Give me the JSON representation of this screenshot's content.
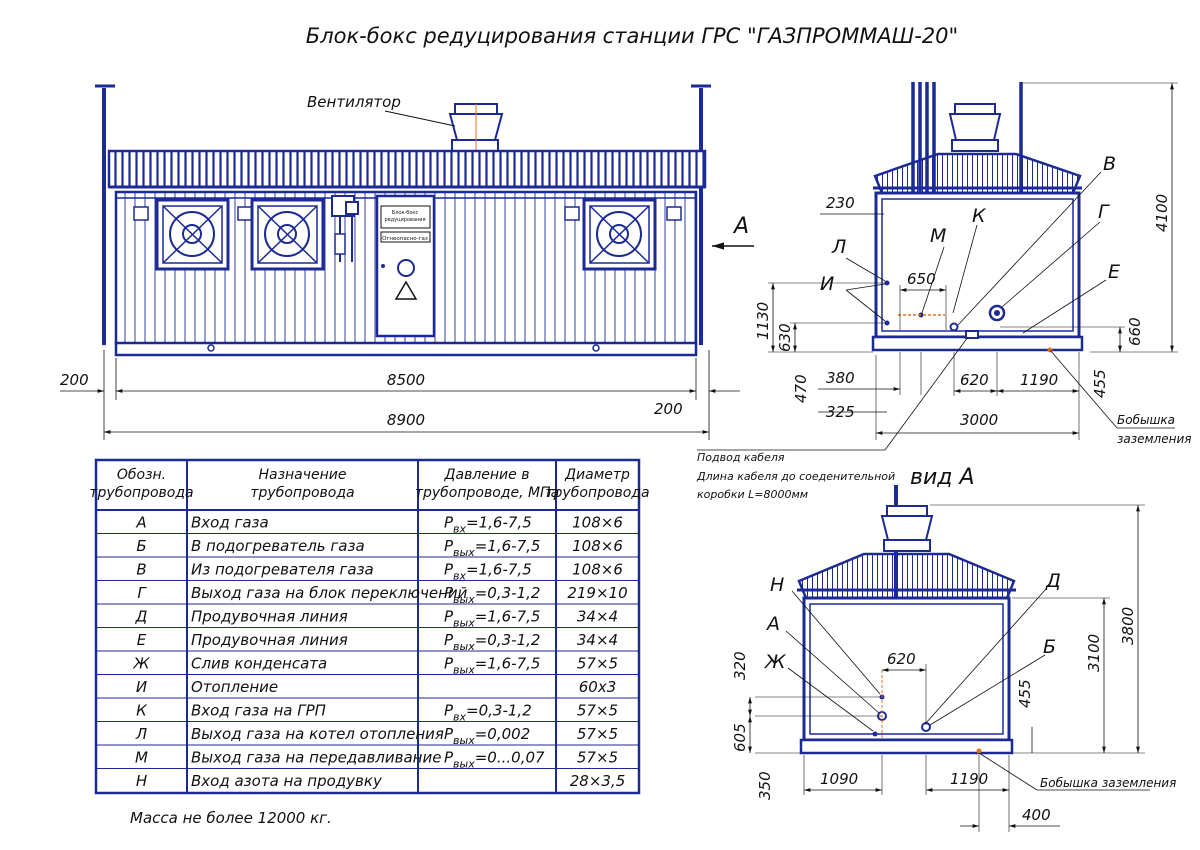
{
  "title": "Блок-бокс редуцирования станции ГРС \"ГАЗПРОММАШ-20\"",
  "front_view": {
    "fan_label": "Вентилятор",
    "view_arrow_letter": "А",
    "sign_line1": "Блок-бокс",
    "sign_line2": "редуцирования",
    "sign_line3": "Огнеопасно-газ",
    "dims": {
      "d200_left": "200",
      "d8500": "8500",
      "d8900": "8900",
      "d200_right": "200"
    }
  },
  "side_view": {
    "labels": {
      "V": "В",
      "K": "К",
      "M": "М",
      "L": "Л",
      "I": "И",
      "G": "Г",
      "E": "Е"
    },
    "dims": {
      "d230": "230",
      "d650": "650",
      "d1130": "1130",
      "d630": "630",
      "d660": "660",
      "d470": "470",
      "d380": "380",
      "d325": "325",
      "d620": "620",
      "d1190": "1190",
      "d455": "455",
      "d3000": "3000",
      "d4100": "4100"
    },
    "grounding_line1": "Бобышка",
    "grounding_line2": "заземления"
  },
  "cable_notes": {
    "line1": "Подвод кабеля",
    "line2": "Длина кабеля до соеденительной",
    "line3": "коробки L=8000мм"
  },
  "view_a": {
    "title": "вид А",
    "labels": {
      "N": "Н",
      "A": "А",
      "ZH": "Ж",
      "D": "Д",
      "B": "Б"
    },
    "dims": {
      "d620": "620",
      "d320": "320",
      "d605": "605",
      "d350": "350",
      "d1090": "1090",
      "d1190": "1190",
      "d400": "400",
      "d455": "455",
      "d3100": "3100",
      "d3800": "3800"
    },
    "grounding": "Бобышка заземления"
  },
  "pipe_table": {
    "headers": [
      [
        "Обозн.",
        "трубопровода"
      ],
      [
        "Назначение",
        "трубопровода"
      ],
      [
        "Давление в",
        "трубопроводе, МПа"
      ],
      [
        "Диаметр",
        "трубопровода"
      ]
    ],
    "rows": [
      {
        "code": "А",
        "purpose": "Вход газа",
        "p_sym": "P",
        "p_sub": "вх",
        "p_val": "=1,6-7,5",
        "diameter": "108×6"
      },
      {
        "code": "Б",
        "purpose": "В подогреватель газа",
        "p_sym": "P",
        "p_sub": "вых",
        "p_val": "=1,6-7,5",
        "diameter": "108×6"
      },
      {
        "code": "В",
        "purpose": "Из подогревателя газа",
        "p_sym": "P",
        "p_sub": "вх",
        "p_val": "=1,6-7,5",
        "diameter": "108×6"
      },
      {
        "code": "Г",
        "purpose": "Выход газа на блок переключений",
        "p_sym": "P",
        "p_sub": "вых",
        "p_val": "=0,3-1,2",
        "diameter": "219×10"
      },
      {
        "code": "Д",
        "purpose": "Продувочная линия",
        "p_sym": "P",
        "p_sub": "вых",
        "p_val": "=1,6-7,5",
        "diameter": "34×4"
      },
      {
        "code": "Е",
        "purpose": "Продувочная линия",
        "p_sym": "P",
        "p_sub": "вых",
        "p_val": "=0,3-1,2",
        "diameter": "34×4"
      },
      {
        "code": "Ж",
        "purpose": "Слив конденсата",
        "p_sym": "P",
        "p_sub": "вых",
        "p_val": "=1,6-7,5",
        "diameter": "57×5"
      },
      {
        "code": "И",
        "purpose": "Отопление",
        "p_sym": "",
        "p_sub": "",
        "p_val": "",
        "diameter": "60х3"
      },
      {
        "code": "К",
        "purpose": "Вход газа на ГРП",
        "p_sym": "P",
        "p_sub": "вх",
        "p_val": "=0,3-1,2",
        "diameter": "57×5"
      },
      {
        "code": "Л",
        "purpose": "Выход газа на котел отопления",
        "p_sym": "P",
        "p_sub": "вых",
        "p_val": "=0,002",
        "diameter": "57×5"
      },
      {
        "code": "М",
        "purpose": "Выход газа на передавливание",
        "p_sym": "P",
        "p_sub": "вых",
        "p_val": "=0...0,07",
        "diameter": "57×5"
      },
      {
        "code": "Н",
        "purpose": "Вход азота на продувку",
        "p_sym": "",
        "p_sub": "",
        "p_val": "",
        "diameter": "28×3,5"
      }
    ]
  },
  "mass_note": "Масса не более 12000 кг.",
  "colors": {
    "outline": "#1c2a96",
    "dimension": "#111111",
    "accent": "#e07020"
  }
}
